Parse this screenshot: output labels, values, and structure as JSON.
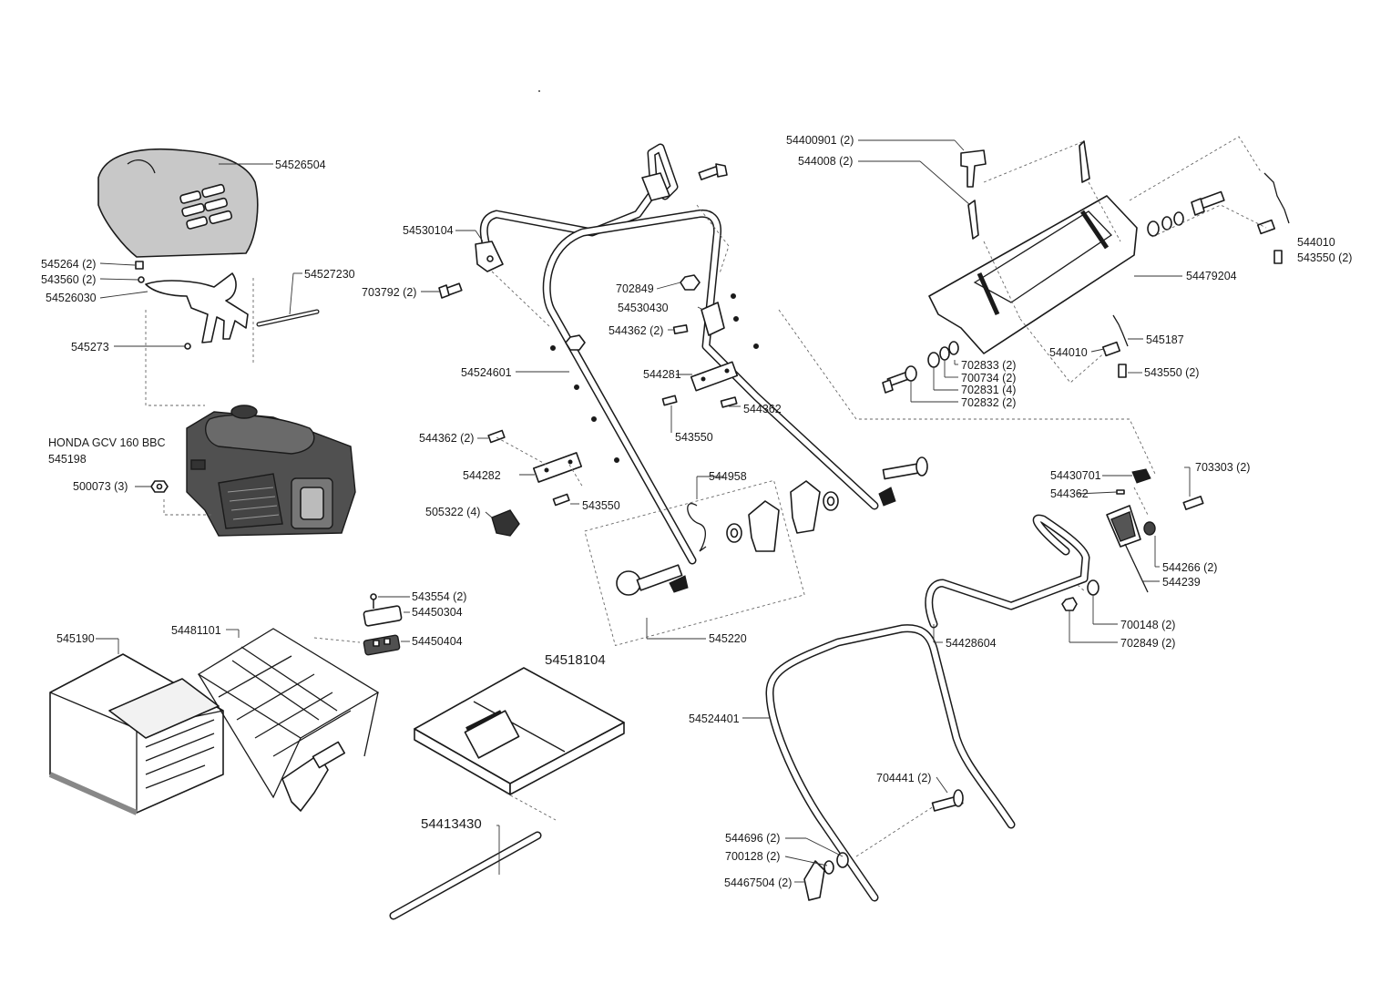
{
  "diagram": {
    "labels": [
      {
        "id": "l-54526504",
        "text": "54526504"
      },
      {
        "id": "l-545264",
        "text": "545264 (2)"
      },
      {
        "id": "l-543560",
        "text": "543560 (2)"
      },
      {
        "id": "l-54526030",
        "text": "54526030"
      },
      {
        "id": "l-54527230",
        "text": "54527230"
      },
      {
        "id": "l-545273",
        "text": "545273"
      },
      {
        "id": "l-honda",
        "text": "HONDA GCV 160 BBC"
      },
      {
        "id": "l-545198",
        "text": "545198"
      },
      {
        "id": "l-500073",
        "text": "500073 (3)"
      },
      {
        "id": "l-545190",
        "text": "545190"
      },
      {
        "id": "l-54481101",
        "text": "54481101"
      },
      {
        "id": "l-543554",
        "text": "543554 (2)"
      },
      {
        "id": "l-54450304",
        "text": "54450304"
      },
      {
        "id": "l-54450404",
        "text": "54450404"
      },
      {
        "id": "l-54518104",
        "text": "54518104"
      },
      {
        "id": "l-54413430",
        "text": "54413430"
      },
      {
        "id": "l-54530104",
        "text": "54530104"
      },
      {
        "id": "l-703792",
        "text": "703792 (2)"
      },
      {
        "id": "l-702849a",
        "text": "702849"
      },
      {
        "id": "l-54530430",
        "text": "54530430"
      },
      {
        "id": "l-544362a",
        "text": "544362 (2)"
      },
      {
        "id": "l-54524601",
        "text": "54524601"
      },
      {
        "id": "l-544281",
        "text": "544281"
      },
      {
        "id": "l-544362b",
        "text": "544362"
      },
      {
        "id": "l-543550a",
        "text": "543550"
      },
      {
        "id": "l-544362c",
        "text": "544362 (2)"
      },
      {
        "id": "l-544282",
        "text": "544282"
      },
      {
        "id": "l-543550b",
        "text": "543550"
      },
      {
        "id": "l-505322",
        "text": "505322 (4)"
      },
      {
        "id": "l-544958",
        "text": "544958"
      },
      {
        "id": "l-545220",
        "text": "545220"
      },
      {
        "id": "l-54400901",
        "text": "54400901 (2)"
      },
      {
        "id": "l-544008",
        "text": "544008 (2)"
      },
      {
        "id": "l-544010a",
        "text": "544010"
      },
      {
        "id": "l-543550c",
        "text": "543550 (2)"
      },
      {
        "id": "l-54479204",
        "text": "54479204"
      },
      {
        "id": "l-545187",
        "text": "545187"
      },
      {
        "id": "l-544010b",
        "text": "544010"
      },
      {
        "id": "l-543550d",
        "text": "543550 (2)"
      },
      {
        "id": "l-702833",
        "text": "702833 (2)"
      },
      {
        "id": "l-700734",
        "text": "700734 (2)"
      },
      {
        "id": "l-702831",
        "text": "702831 (4)"
      },
      {
        "id": "l-702832",
        "text": "702832 (2)"
      },
      {
        "id": "l-54430701",
        "text": "54430701"
      },
      {
        "id": "l-544362d",
        "text": "544362"
      },
      {
        "id": "l-703303",
        "text": "703303 (2)"
      },
      {
        "id": "l-544266",
        "text": "544266 (2)"
      },
      {
        "id": "l-544239",
        "text": "544239"
      },
      {
        "id": "l-700148",
        "text": "700148 (2)"
      },
      {
        "id": "l-702849b",
        "text": "702849 (2)"
      },
      {
        "id": "l-54428604",
        "text": "54428604"
      },
      {
        "id": "l-54524401",
        "text": "54524401"
      },
      {
        "id": "l-704441",
        "text": "704441 (2)"
      },
      {
        "id": "l-544696",
        "text": "544696 (2)"
      },
      {
        "id": "l-700128",
        "text": "700128 (2)"
      },
      {
        "id": "l-54467504",
        "text": "54467504 (2)"
      }
    ]
  }
}
